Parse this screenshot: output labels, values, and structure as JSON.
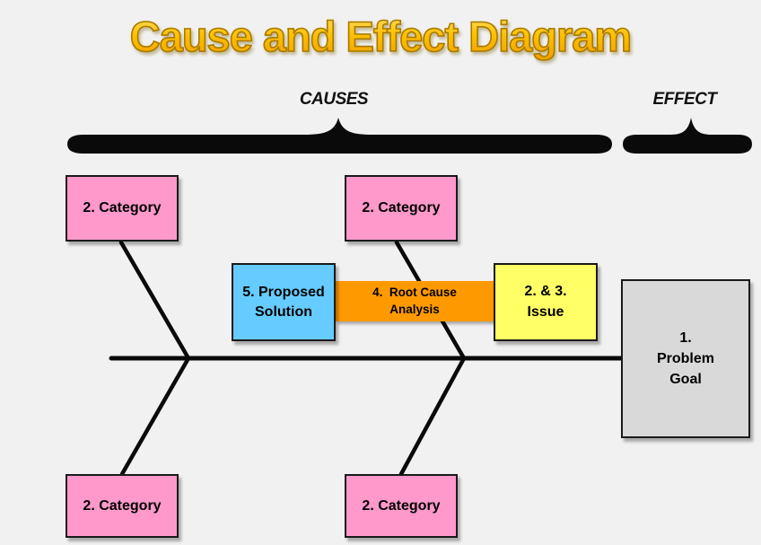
{
  "title": "Cause and Effect Diagram",
  "section_labels": {
    "causes": "CAUSES",
    "effect": "EFFECT"
  },
  "nodes": {
    "category_top_left": "2. Category",
    "category_top_middle": "2. Category",
    "category_bottom_left": "2. Category",
    "category_bottom_middle": "2. Category",
    "proposed_solution": {
      "line1": "5. Proposed",
      "line2": "Solution"
    },
    "root_cause": {
      "line1": "4.  Root Cause",
      "line2": "Analysis"
    },
    "issue": {
      "line1": "2. & 3.",
      "line2": "Issue"
    },
    "problem_goal": {
      "line1": "1.",
      "line2": "Problem",
      "line3": "Goal"
    }
  },
  "colors": {
    "background": "#F1F1F1",
    "title_gold": "#FFC000",
    "category_pink": "#FF99CC",
    "solution_blue": "#66CCFF",
    "root_cause_orange": "#FF9900",
    "issue_yellow": "#FFFF66",
    "problem_gray": "#D9D9D9",
    "line_black": "#0A0A0A"
  }
}
